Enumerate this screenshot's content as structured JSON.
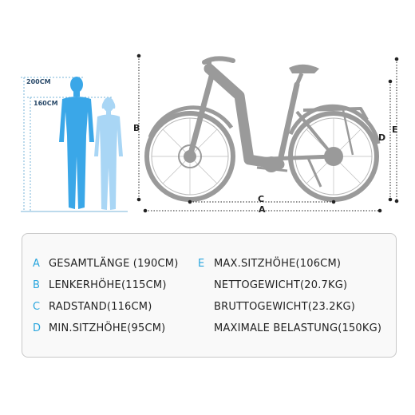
{
  "heights": {
    "tall": "200CM",
    "short": "160CM"
  },
  "dimension_letters": {
    "a": "A",
    "b": "B",
    "c": "C",
    "d": "D",
    "e": "E"
  },
  "specs": [
    {
      "letter": "A",
      "text": "GESAMTLÄNGE (190CM)"
    },
    {
      "letter": "B",
      "text": "LENKERHÖHE(115CM)"
    },
    {
      "letter": "C",
      "text": "RADSTAND(116CM)"
    },
    {
      "letter": "D",
      "text": "MIN.SITZHÖHE(95CM)"
    },
    {
      "letter": "E",
      "text": "MAX.SITZHÖHE(106CM)"
    },
    {
      "letter": "",
      "text": "NETTOGEWICHT(20.7KG)"
    },
    {
      "letter": "",
      "text": "BRUTTOGEWICHT(23.2KG)"
    },
    {
      "letter": "",
      "text": "MAXIMALE BELASTUNG(150KG)"
    }
  ],
  "colors": {
    "accent": "#2aa6de",
    "bike": "#9a9a9a",
    "man": "#3aa7e8",
    "woman": "#a9d6f5"
  }
}
